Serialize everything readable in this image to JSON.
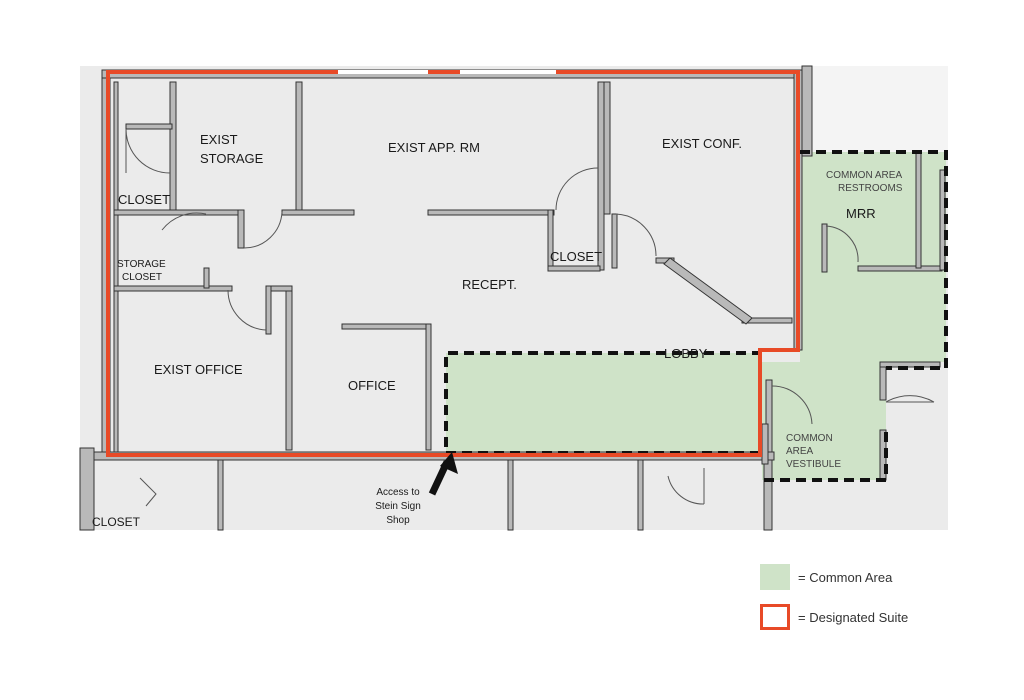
{
  "rooms": {
    "exist_storage": [
      "EXIST",
      "STORAGE"
    ],
    "exist_app_rm": "EXIST APP. RM",
    "exist_conf": "EXIST CONF.",
    "closet_left": "CLOSET",
    "storage_closet": [
      "STORAGE",
      "CLOSET"
    ],
    "closet_center": "CLOSET",
    "recept": "RECEPT.",
    "exist_office": "EXIST OFFICE",
    "office": "OFFICE",
    "lobby": "LOBBY",
    "common_area_restrooms": [
      "COMMON AREA",
      "RESTROOMS"
    ],
    "mrr": "MRR",
    "common_area_vestibule": [
      "COMMON",
      "AREA",
      "VESTIBULE"
    ],
    "closet_bottom": "CLOSET"
  },
  "access_note": [
    "Access to",
    "Stein Sign",
    "Shop"
  ],
  "legend": {
    "items": [
      {
        "key": "common",
        "label": "= Common Area",
        "color": "#cfe3c8"
      },
      {
        "key": "suite",
        "label": "= Designated Suite",
        "color": "#e84a27"
      }
    ]
  },
  "colors": {
    "wall_fill": "#b9b9b9",
    "floor": "#ebebeb",
    "common_area": "#cfe3c8",
    "suite_outline": "#e84a27"
  }
}
